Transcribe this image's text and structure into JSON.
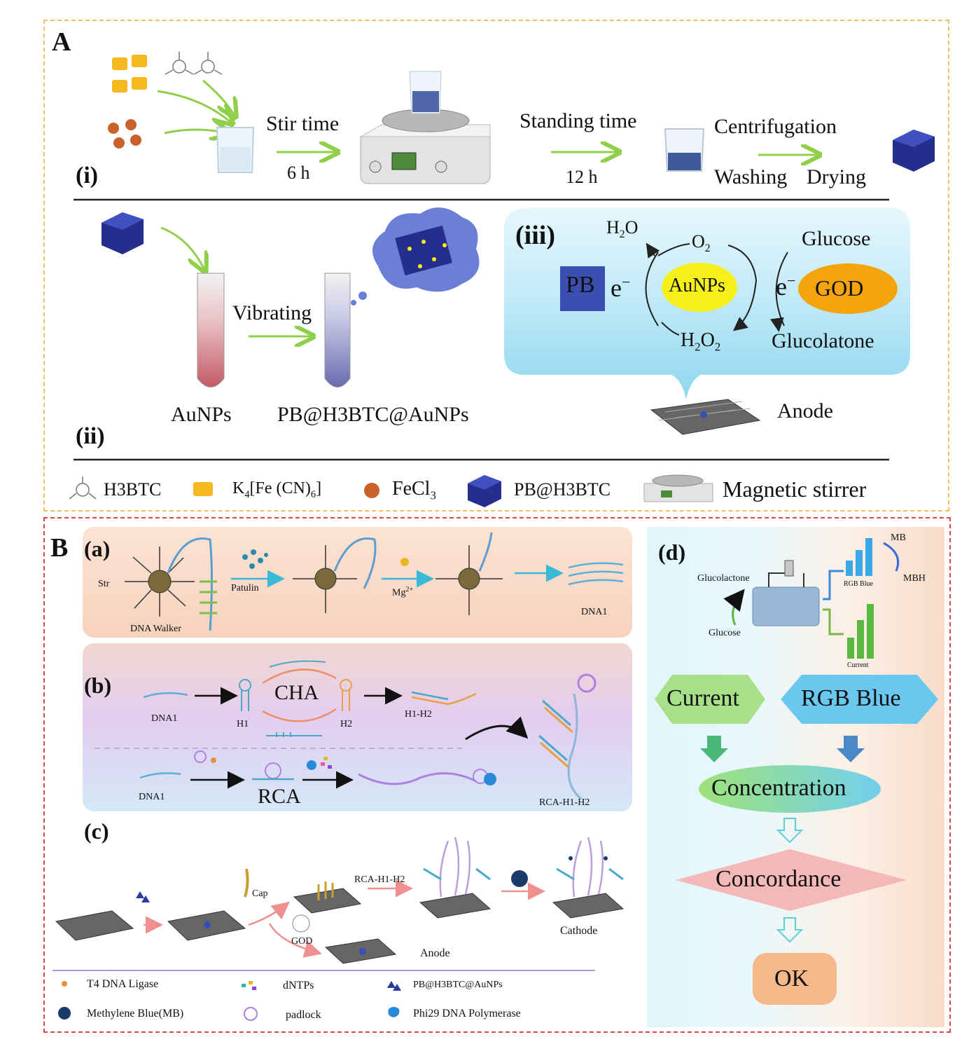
{
  "panelA": {
    "label": "A",
    "step_i": {
      "label": "(i)",
      "stir_label": "Stir time",
      "stir_value": "6 h",
      "standing_label": "Standing time",
      "standing_value": "12 h",
      "centrifugation": "Centrifugation",
      "washing": "Washing",
      "drying": "Drying"
    },
    "step_ii": {
      "label": "(ii)",
      "vibrating": "Vibrating",
      "aunps": "AuNPs",
      "product": "PB@H3BTC@AuNPs"
    },
    "step_iii": {
      "label": "(iii)",
      "pb": "PB",
      "e1": "e",
      "aunps": "AuNPs",
      "e2": "e",
      "god": "GOD",
      "h2o": "H",
      "h2o_tail": "O",
      "o2": "O",
      "glucose": "Glucose",
      "h2o2_h": "H",
      "h2o2_o": "O",
      "glucolatone": "Glucolatone",
      "anode": "Anode"
    },
    "legend": {
      "h3btc": "H3BTC",
      "k4": "K",
      "k4_rest": "[Fe (CN)",
      "fecl3": "FeCl",
      "pb_h3btc": "PB@H3BTC",
      "stirrer": "Magnetic stirrer"
    }
  },
  "panelB": {
    "label": "B",
    "a": {
      "label": "(a)",
      "str": "Str",
      "patulin": "Patulin",
      "mg": "Mg",
      "walker": "DNA Walker",
      "dna1": "DNA1"
    },
    "b": {
      "label": "(b)",
      "dna1_top": "DNA1",
      "h1": "H1",
      "cha": "CHA",
      "h2": "H2",
      "h1h2": "H1-H2",
      "dna1_bottom": "DNA1",
      "rca": "RCA",
      "rca_h1_h2": "RCA-H1-H2"
    },
    "c": {
      "label": "(c)",
      "cap": "Cap",
      "god": "GOD",
      "rca_h1_h2": "RCA-H1-H2",
      "anode": "Anode",
      "cathode": "Cathode"
    },
    "legend": {
      "t4": "T4 DNA Ligase",
      "dntps": "dNTPs",
      "pb_au": "PB@H3BTC@AuNPs",
      "mb": "Methylene Blue(MB)",
      "padlock": "padlock",
      "phi29": "Phi29 DNA Polymerase"
    },
    "d": {
      "label": "(d)",
      "glucolactone": "Glucolactone",
      "glucose": "Glucose",
      "rgb_blue_small": "RGB Blue",
      "mb": "MB",
      "mbh": "MBH",
      "current_small": "Current",
      "current": "Current",
      "rgb_blue": "RGB Blue",
      "concentration": "Concentration",
      "concordance": "Concordance",
      "ok": "OK"
    }
  },
  "colors": {
    "pb_blue": "#3a4fb0",
    "aunps_yellow": "#f5f019",
    "god_orange": "#f5a50c",
    "arrow_green": "#8fcf4a",
    "arrow_pink": "#ef8f8f"
  }
}
